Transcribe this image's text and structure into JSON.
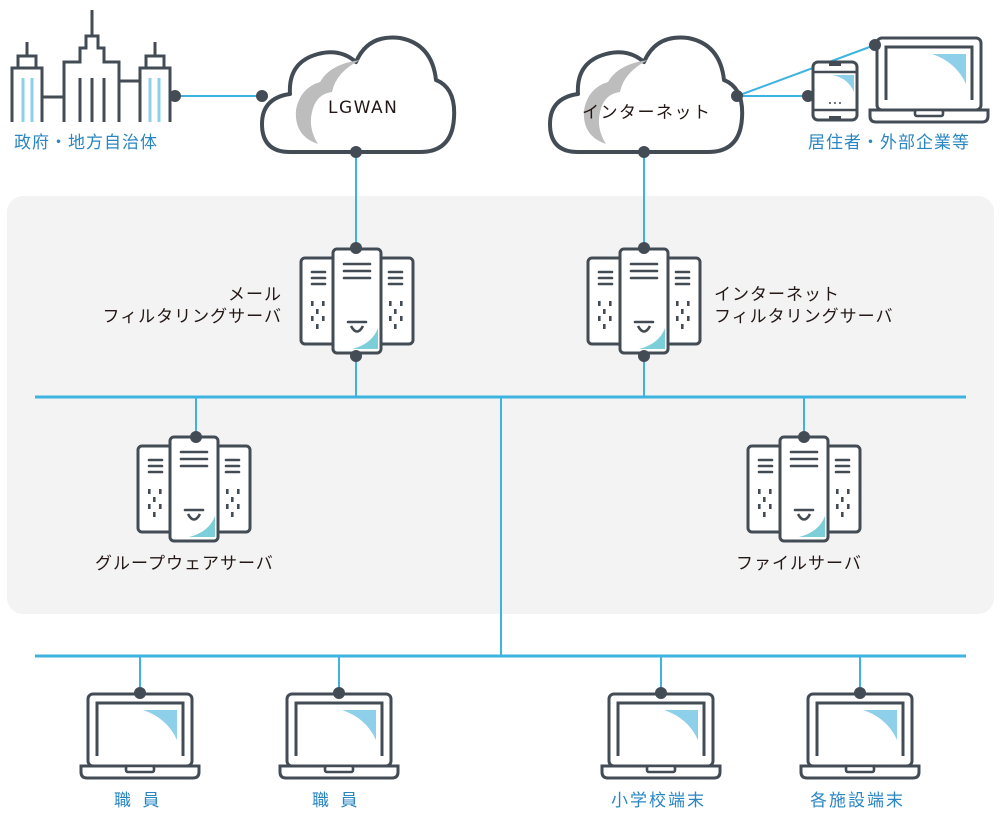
{
  "colors": {
    "line": "#3fb3e0",
    "stroke": "#434c54",
    "accent_light": "#8ecfea",
    "accent_teal": "#7ccfd8",
    "cloud_shade": "#bdbdbd",
    "panel": "#f3f3f3",
    "label_blue": "#2a86c3",
    "label_dark": "#231815"
  },
  "external": {
    "government": {
      "label": "政府・地方自治体",
      "icon": "buildings-icon"
    },
    "lgwan": {
      "label": "LGWAN",
      "icon": "cloud-icon"
    },
    "internet": {
      "label": "インターネット",
      "icon": "cloud-icon"
    },
    "residents": {
      "label": "居住者・外部企業等",
      "icons": [
        "tablet-icon",
        "laptop-icon"
      ]
    }
  },
  "servers": {
    "mail_filter": {
      "line1": "メール",
      "line2": "フィルタリングサーバ",
      "icon": "server-icon"
    },
    "internet_filter": {
      "line1": "インターネット",
      "line2": "フィルタリングサーバ",
      "icon": "server-icon"
    },
    "groupware": {
      "label": "グループウェアサーバ",
      "icon": "server-icon"
    },
    "file": {
      "label": "ファイルサーバ",
      "icon": "server-icon"
    }
  },
  "terminals": [
    {
      "label": "職 員",
      "icon": "laptop-icon"
    },
    {
      "label": "職 員",
      "icon": "laptop-icon"
    },
    {
      "label": "小学校端末",
      "icon": "laptop-icon"
    },
    {
      "label": "各施設端末",
      "icon": "laptop-icon"
    }
  ]
}
